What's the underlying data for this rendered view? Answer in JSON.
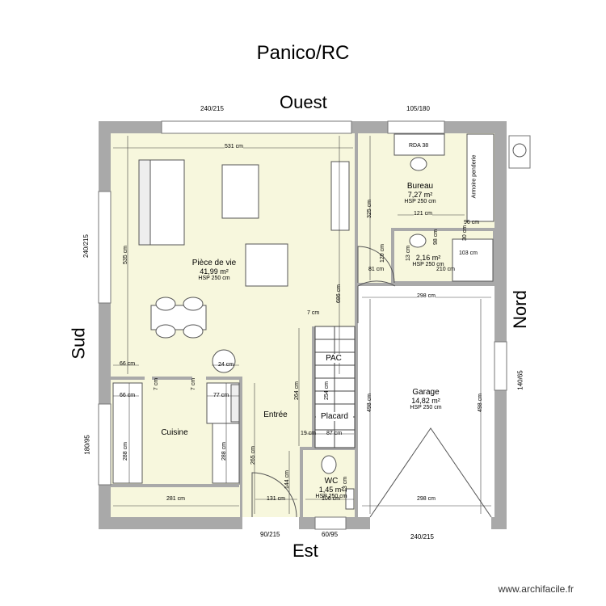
{
  "title": "Panico/RC",
  "orientation": {
    "north": "Nord",
    "south": "Sud",
    "east": "Est",
    "west": "Ouest"
  },
  "rooms": [
    {
      "name": "Pièce de vie",
      "area": "41,99 m²",
      "hsp": "HSP 250 cm"
    },
    {
      "name": "Bureau",
      "area": "7,27 m²",
      "hsp": "HSP 250 cm"
    },
    {
      "name": "",
      "area": "2,16 m²",
      "hsp": "HSP 250 cm"
    },
    {
      "name": "Garage",
      "area": "14,82 m²",
      "hsp": "HSP 250 cm"
    },
    {
      "name": "WC",
      "area": "1,45 m²",
      "hsp": "HSP 250 cm"
    },
    {
      "name": "Cuisine"
    },
    {
      "name": "Entrée"
    },
    {
      "name": "PAC"
    },
    {
      "name": "Placard"
    }
  ],
  "openings": {
    "west_window_main": "240/215",
    "west_window_bureau": "105/180",
    "south_window_main": "240/215",
    "south_window_cuisine": "180/95",
    "north_window_garage": "140/65",
    "east_door_entree": "90/215",
    "east_window_wc": "60/95",
    "east_garage_door": "240/215"
  },
  "dimensions": {
    "d531": "531 cm",
    "d535": "535 cm",
    "d686": "686 cm",
    "d325": "325 cm",
    "d121": "121 cm",
    "d96": "96 cm",
    "d120": "120 cm",
    "d81": "81 cm",
    "d13": "13 cm",
    "d210": "210 cm",
    "d103": "103 cm",
    "d98": "98 cm",
    "d30": "30 cm",
    "d298a": "298 cm",
    "d298b": "298 cm",
    "d498a": "498 cm",
    "d498b": "498 cm",
    "d66a": "66 cm",
    "d66b": "66 cm",
    "d7a": "7 cm",
    "d7b": "7 cm",
    "d7c": "7 cm",
    "d77": "77 cm",
    "d24": "24 cm",
    "d264": "264 cm",
    "d254": "254 cm",
    "d19": "19 cm",
    "d87": "87 cm",
    "d288a": "288 cm",
    "d288b": "288 cm",
    "d265": "265 cm",
    "d144": "144 cm",
    "d131": "131 cm",
    "d281": "281 cm",
    "d106": "106 cm",
    "d13b": "13 cm"
  },
  "furniture_labels": {
    "armoire": "Armoire penderie",
    "desk_text": "RDA 38"
  },
  "watermark": "www.archifacile.fr",
  "colors": {
    "wall": "#a9a9a9",
    "floor_main": "#f7f7dd",
    "floor_garage": "#ffffff",
    "dim_line": "#444444"
  }
}
